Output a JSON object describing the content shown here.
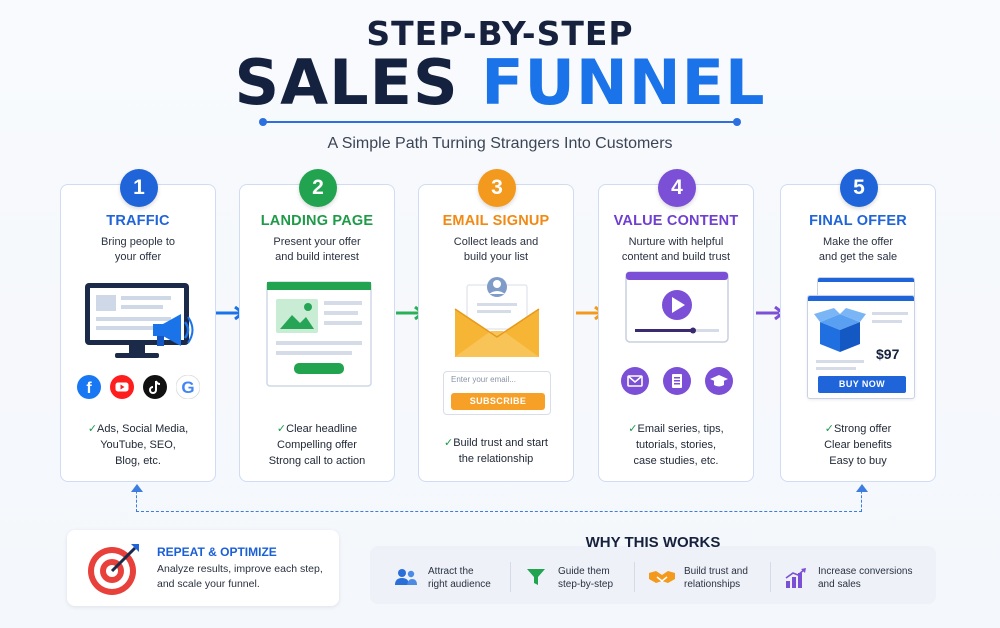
{
  "header": {
    "title_top": "STEP-BY-STEP",
    "title_main_dark": "SALES",
    "title_main_blue": "FUNNEL",
    "subtitle": "A Simple Path Turning Strangers Into Customers"
  },
  "colors": {
    "navy": "#14213f",
    "blue": "#1a73e8",
    "green": "#22a350",
    "orange": "#f39a1e",
    "purple": "#7b4fd6",
    "check": "#1d9a4a"
  },
  "steps": [
    {
      "number": "1",
      "name": "TRAFFIC",
      "color": "#1f64d8",
      "desc_line1": "Bring people to",
      "desc_line2": "your offer",
      "bullet1": "Ads, Social Media,",
      "bullet2": "YouTube, SEO,",
      "bullet3": "Blog, etc.",
      "icons": [
        "monitor-icon",
        "megaphone-icon",
        "facebook-icon",
        "youtube-icon",
        "tiktok-icon",
        "google-icon"
      ]
    },
    {
      "number": "2",
      "name": "LANDING PAGE",
      "color": "#22a350",
      "desc_line1": "Present your offer",
      "desc_line2": "and build interest",
      "bullet1": "Clear headline",
      "bullet2": "Compelling offer",
      "bullet3": "Strong call to action",
      "icons": [
        "landing-page-icon"
      ]
    },
    {
      "number": "3",
      "name": "EMAIL SIGNUP",
      "color": "#f39a1e",
      "desc_line1": "Collect leads and",
      "desc_line2": "build your list",
      "bullet1": "Build trust and start",
      "bullet2": "the relationship",
      "bullet3": "",
      "email_placeholder": "Enter your email...",
      "subscribe_label": "SUBSCRIBE",
      "icons": [
        "envelope-icon"
      ]
    },
    {
      "number": "4",
      "name": "VALUE CONTENT",
      "color": "#7b4fd6",
      "desc_line1": "Nurture with helpful",
      "desc_line2": "content and build trust",
      "bullet1": "Email series, tips,",
      "bullet2": "tutorials, stories,",
      "bullet3": "case studies, etc.",
      "icons": [
        "video-player-icon",
        "mail-icon",
        "document-icon",
        "graduation-cap-icon"
      ]
    },
    {
      "number": "5",
      "name": "FINAL OFFER",
      "color": "#1f64d8",
      "desc_line1": "Make the offer",
      "desc_line2": "and get the sale",
      "bullet1": "Strong offer",
      "bullet2": "Clear benefits",
      "bullet3": "Easy to buy",
      "price": "$97",
      "buy_label": "BUY NOW",
      "icons": [
        "product-box-icon"
      ]
    }
  ],
  "repeat": {
    "title": "REPEAT & OPTIMIZE",
    "line1": "Analyze results, improve each step,",
    "line2": "and scale your funnel."
  },
  "why": {
    "title": "WHY THIS WORKS",
    "items": [
      {
        "line1": "Attract the",
        "line2": "right audience",
        "icon": "people-icon"
      },
      {
        "line1": "Guide them",
        "line2": "step-by-step",
        "icon": "funnel-icon"
      },
      {
        "line1": "Build trust and",
        "line2": "relationships",
        "icon": "handshake-icon"
      },
      {
        "line1": "Increase conversions",
        "line2": "and sales",
        "icon": "growth-chart-icon"
      }
    ]
  }
}
